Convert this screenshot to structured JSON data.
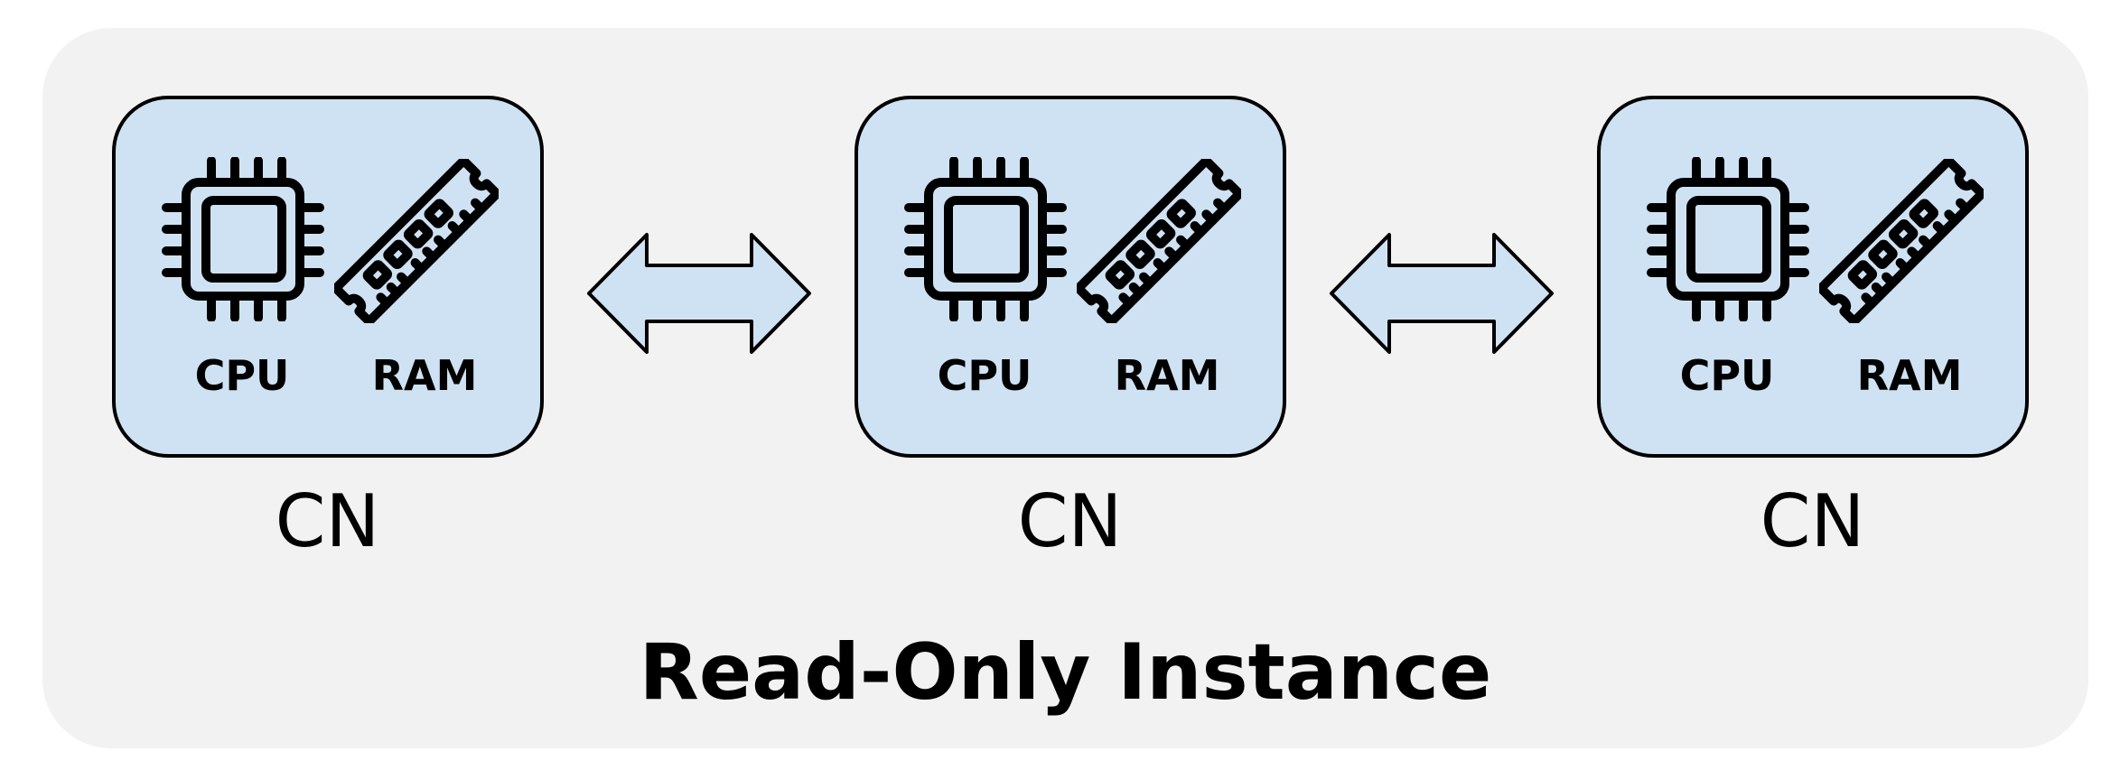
{
  "diagram": {
    "title": "Read-Only Instance",
    "colors": {
      "panel": "#f2f2f2",
      "node_fill": "#cfe2f3",
      "stroke": "#000000"
    },
    "nodes": [
      {
        "name": "CN",
        "components": [
          {
            "icon": "cpu-icon",
            "label": "CPU"
          },
          {
            "icon": "ram-icon",
            "label": "RAM"
          }
        ]
      },
      {
        "name": "CN",
        "components": [
          {
            "icon": "cpu-icon",
            "label": "CPU"
          },
          {
            "icon": "ram-icon",
            "label": "RAM"
          }
        ]
      },
      {
        "name": "CN",
        "components": [
          {
            "icon": "cpu-icon",
            "label": "CPU"
          },
          {
            "icon": "ram-icon",
            "label": "RAM"
          }
        ]
      }
    ],
    "connections": [
      {
        "from": 0,
        "to": 1,
        "type": "bidirectional"
      },
      {
        "from": 1,
        "to": 2,
        "type": "bidirectional"
      }
    ]
  }
}
